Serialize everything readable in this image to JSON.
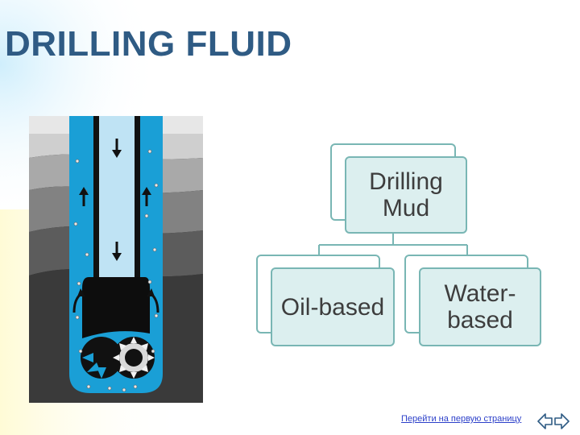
{
  "slide": {
    "title": "DRILLING FLUID"
  },
  "diagram": {
    "root": {
      "label": "Drilling Mud"
    },
    "children": [
      {
        "label": "Oil-based"
      },
      {
        "label": "Water-based"
      }
    ]
  },
  "footer": {
    "link_text": "Перейти на первую страницу"
  },
  "colors": {
    "title": "#2f5b84",
    "box_border": "#79b6b4",
    "box_fill": "#dcefef",
    "link": "#2b3fc9",
    "drilling_fluid": "#1a9fd6",
    "pipe_interior": "#bfe3f4"
  },
  "icons": [
    "drill-well-illustration",
    "navigation-arrows-icon"
  ]
}
